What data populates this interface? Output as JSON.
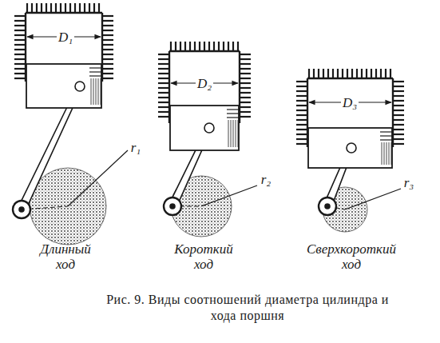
{
  "diagram": {
    "caption": "Рис. 9. Виды соотношений диаметра цилиндра и хода поршня",
    "labels": [
      "D₁",
      "D₂",
      "D₃",
      "r₁",
      "r₂",
      "r₃",
      "Длинный ход",
      "Короткий ход",
      "Сверхкороткий ход"
    ]
  }
}
